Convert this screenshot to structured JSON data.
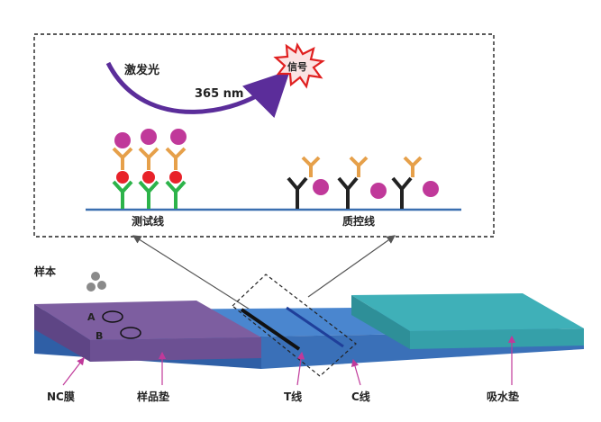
{
  "labels": {
    "excitation": "激发光",
    "wavelength": "365 nm",
    "signal": "信号",
    "test_line_label": "测试线",
    "control_line_label": "质控线",
    "sample": "样本",
    "marker_a": "A",
    "marker_b": "B",
    "nc_membrane": "NC膜",
    "sample_pad": "样品垫",
    "t_line": "T线",
    "c_line": "C线",
    "absorbent_pad": "吸水垫"
  },
  "colors": {
    "sample_pad": "#7b5a9c",
    "membrane": "#3f78c0",
    "absorbent_pad": "#3aa6b0",
    "t_line": "#111111",
    "c_line": "#1f3f9a",
    "antibody_orange": "#e6a04a",
    "antibody_green": "#2db34a",
    "antibody_black": "#222222",
    "magenta_particle": "#c0399a",
    "red_antigen": "#e8222a",
    "arrow_purple": "#5b2d9a",
    "baseline": "#3a6fb0"
  },
  "icons": {
    "signal_burst": "starburst-icon",
    "sample_drops": "droplets-icon"
  }
}
